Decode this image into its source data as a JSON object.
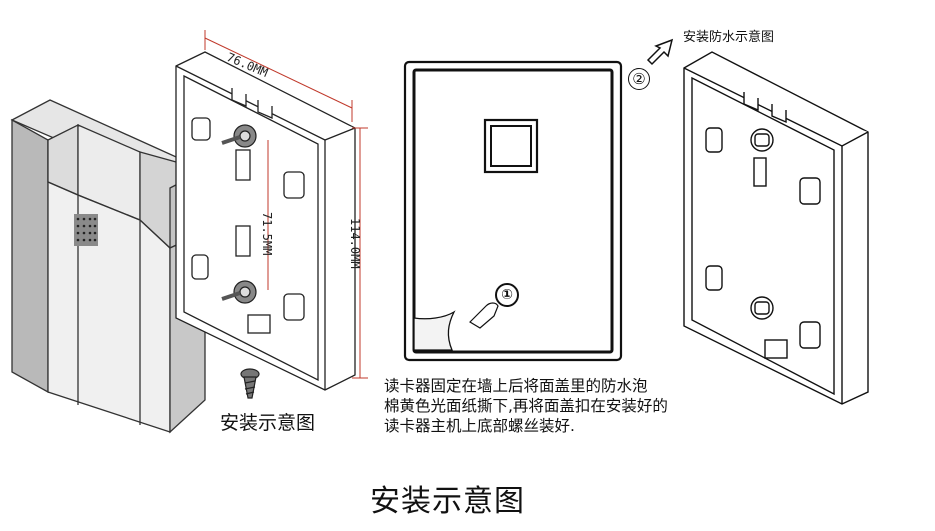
{
  "dimensions": {
    "width": "76.0MM",
    "height": "114.0MM",
    "hole_spacing": "71.5MM"
  },
  "screw_caption": "安装示意图",
  "waterproof_note": "安装防水示意图",
  "steps": {
    "step1": "①",
    "step2": "②"
  },
  "instructions": [
    "读卡器固定在墙上后将面盖里的防水泡",
    "棉黄色光面纸撕下,再将面盖扣在安装好的",
    "读卡器主机上底部螺丝装好."
  ],
  "main_caption": "安装示意图"
}
